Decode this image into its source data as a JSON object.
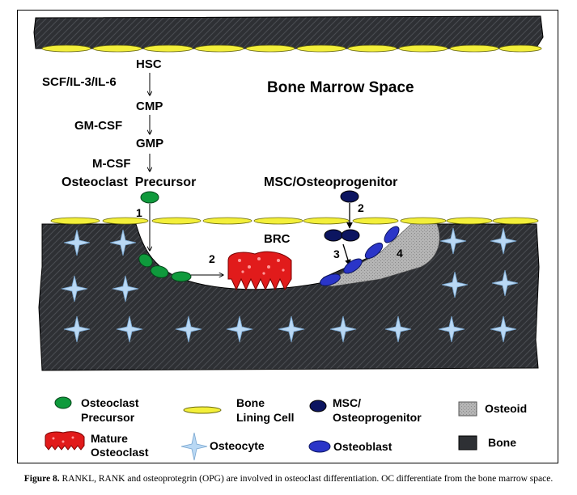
{
  "colors": {
    "bone": "#2e3034",
    "lining_cell": "#f3ef3a",
    "osteoclast_precursor": "#0f9a3c",
    "mature_osteoclast": "#e11b1b",
    "msc": "#0c1560",
    "osteoblast": "#2a35c8",
    "osteoid": "#a9a9a9",
    "osteocyte": "#b9d8f4"
  },
  "diagram": {
    "marrow_label": "Bone Marrow Space",
    "lineage": [
      "HSC",
      "CMP",
      "GMP",
      "Osteoclast  Precursor"
    ],
    "factors": [
      "SCF/IL-3/IL-6",
      "GM-CSF",
      "M-CSF"
    ],
    "msc_label": "MSC/Osteoprogenitor",
    "brc_label": "BRC",
    "step_labels": [
      "1",
      "2",
      "2",
      "3",
      "4"
    ]
  },
  "legend": {
    "osteoclast_precursor": [
      "Osteoclast",
      "Precursor"
    ],
    "bone_lining_cell": [
      "Bone",
      "Lining Cell"
    ],
    "msc": [
      "MSC/",
      "Osteoprogenitor"
    ],
    "osteoid": "Osteoid",
    "mature_osteoclast": [
      "Mature",
      "Osteoclast"
    ],
    "osteocyte": "Osteocyte",
    "osteoblast": "Osteoblast",
    "bone": "Bone"
  },
  "caption": {
    "label": "Figure 8.",
    "text": " RANKL, RANK and osteoprotegrin (OPG) are involved in osteoclast differentiation. OC differentiate from the bone marrow space."
  }
}
